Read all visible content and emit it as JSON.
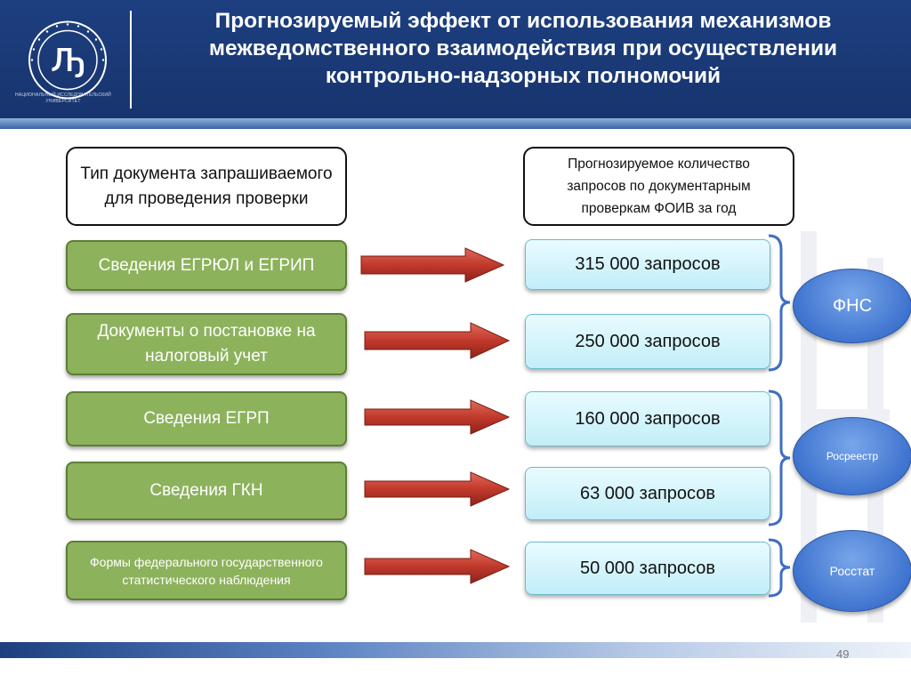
{
  "header": {
    "title": "Прогнозируемый эффект  от использования механизмов межведомственного взаимодействия при осуществлении контрольно-надзорных полномочий",
    "logo_caption": "НАЦИОНАЛЬНЫЙ ИССЛЕДОВАТЕЛЬСКИЙ УНИВЕРСИТЕТ"
  },
  "columns": {
    "left_header": "Тип документа запрашиваемого для проведения проверки",
    "right_header": "Прогнозируемое количество запросов по документарным проверкам ФОИВ за год"
  },
  "rows": [
    {
      "doc": "Сведения  ЕГРЮЛ и ЕГРИП",
      "requests": "315 000 запросов"
    },
    {
      "doc": "Документы о постановке на налоговый учет",
      "requests": "250 000 запросов"
    },
    {
      "doc": "Сведения ЕГРП",
      "requests": "160 000 запросов"
    },
    {
      "doc": "Сведения ГКН",
      "requests": "63 000 запросов"
    },
    {
      "doc": "Формы федерального государственного статистического наблюдения",
      "requests": "50 000 запросов"
    }
  ],
  "agencies": [
    {
      "name": "ФНС"
    },
    {
      "name": "Росреестр"
    },
    {
      "name": "Росстат"
    }
  ],
  "colors": {
    "header_bg": "#1d3f80",
    "green_box": "#8db25c",
    "cyan_box": "#c2eef8",
    "arrow": "#c0392b",
    "oval": "#3f74cf",
    "bracket": "#3f6ec4"
  },
  "page_number": "49"
}
